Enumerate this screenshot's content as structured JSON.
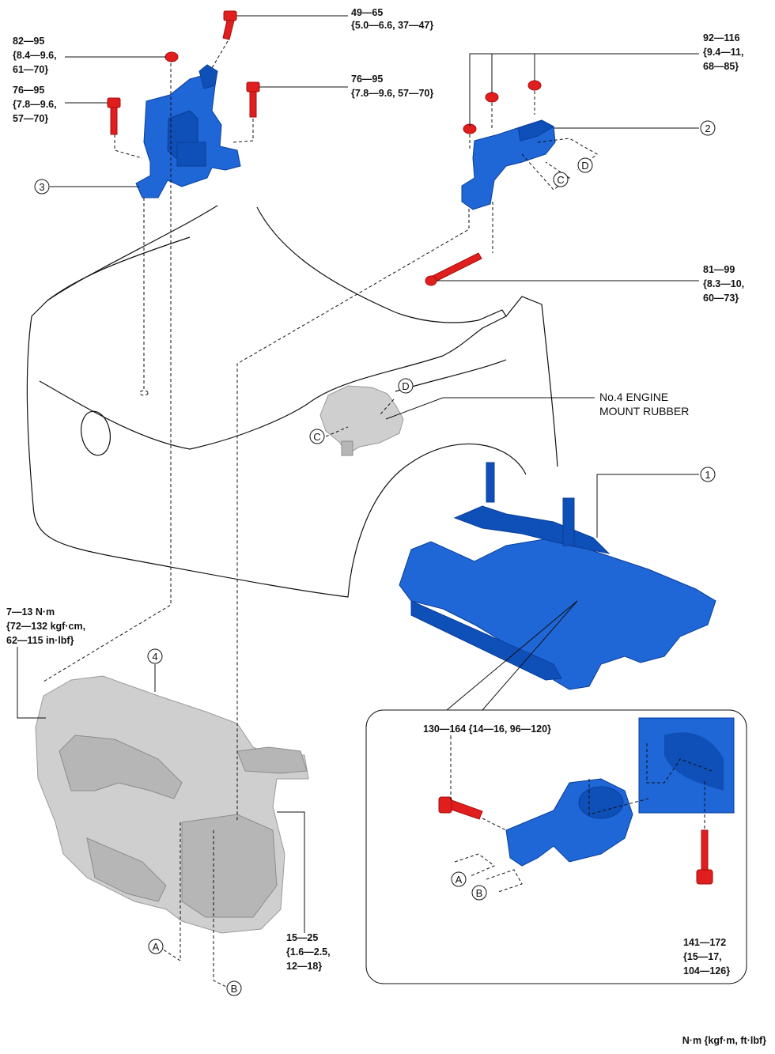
{
  "labels": {
    "bolt_top": [
      "49—65",
      "{5.0—6.6, 37—47}"
    ],
    "nut_left_top": [
      "82—95",
      "{8.4—9.6,",
      "61—70}"
    ],
    "bolt_left": [
      "76—95",
      "{7.8—9.6,",
      "57—70}"
    ],
    "bolt_mid": [
      "76—95",
      "{7.8—9.6, 57—70}"
    ],
    "nuts_right": [
      "92—116",
      "{9.4—11,",
      "68—85}"
    ],
    "bolt_long": [
      "81—99",
      "{8.3—10,",
      "60—73}"
    ],
    "engine_mount_rubber": [
      "No.4 ENGINE",
      "MOUNT RUBBER"
    ],
    "engine_bolt": [
      "7—13 N·m",
      "{72—132 kgf·cm,",
      "62—115 in·lbf}"
    ],
    "trans_bolt": [
      "15—25",
      "{1.6—2.5,",
      "12—18}"
    ],
    "detail_bolt_h": [
      "130—164 {14—16, 96—120}"
    ],
    "detail_bolt_v": [
      "141—172",
      "{15—17,",
      "104—126}"
    ],
    "units": "N·m {kgf·m, ft·lbf}"
  },
  "callouts": {
    "c1": "1",
    "c2": "2",
    "c3": "3",
    "c4": "4"
  },
  "refs": {
    "A": "A",
    "B": "B",
    "C": "C",
    "D": "D"
  },
  "colors": {
    "part_blue": "#1f66d6",
    "bolt_red": "#e01e1e",
    "engine_grey": "#cfcfcf"
  }
}
